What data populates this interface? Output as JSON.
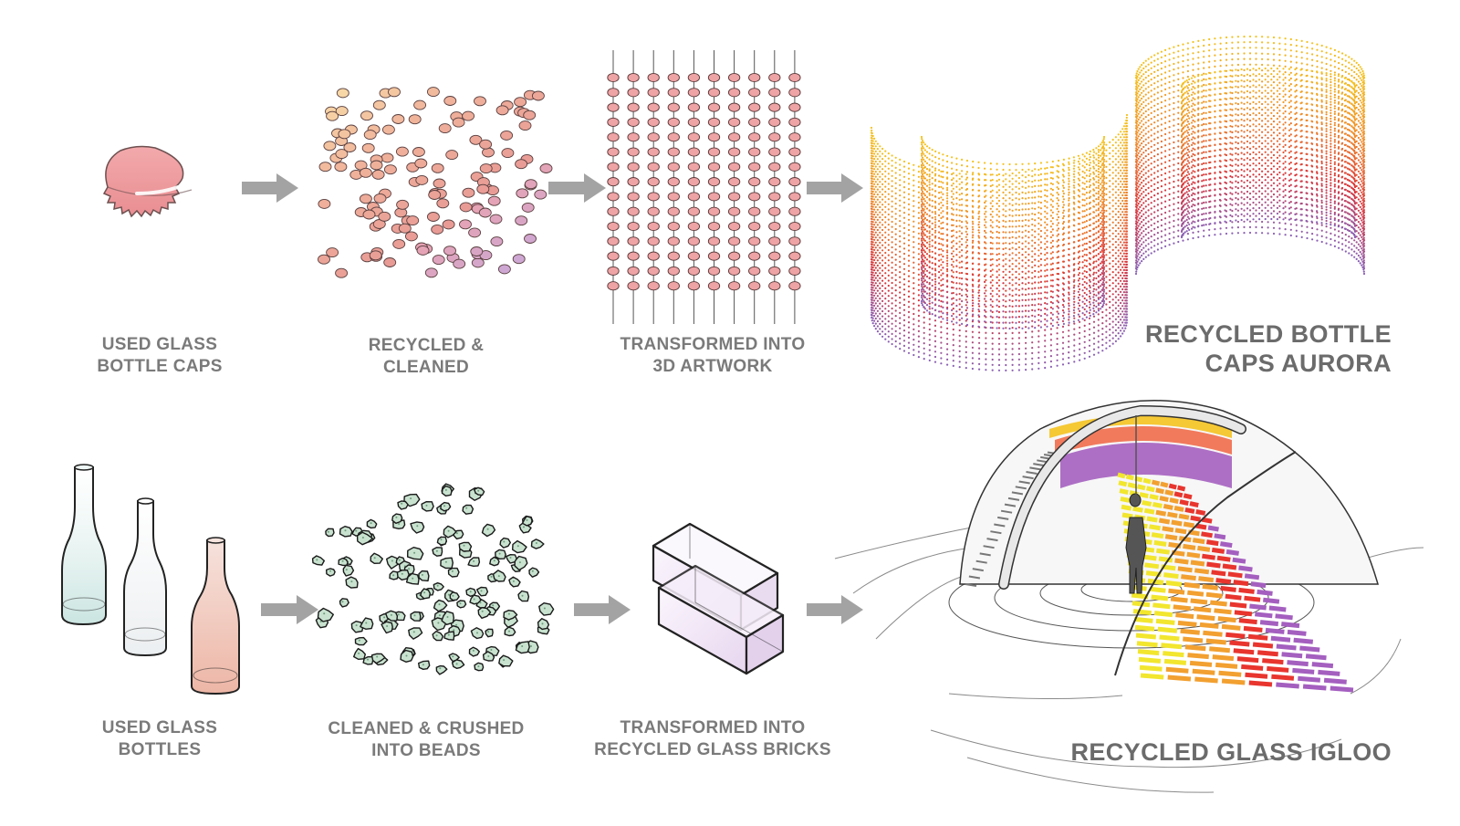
{
  "rows": [
    {
      "steps": [
        {
          "line1": "USED GLASS",
          "line2": "BOTTLE CAPS"
        },
        {
          "line1": "RECYCLED &",
          "line2": "CLEANED"
        },
        {
          "line1": "TRANSFORMED INTO",
          "line2": "3D ARTWORK"
        }
      ],
      "result": {
        "line1": "RECYCLED BOTTLE",
        "line2": "CAPS AURORA"
      }
    },
    {
      "steps": [
        {
          "line1": "USED GLASS",
          "line2": "BOTTLES"
        },
        {
          "line1": "CLEANED & CRUSHED",
          "line2": "INTO BEADS"
        },
        {
          "line1": "TRANSFORMED INTO",
          "line2": "RECYCLED GLASS BRICKS"
        }
      ],
      "result": {
        "line1": "RECYCLED GLASS IGLOO"
      }
    }
  ],
  "colors": {
    "text": "#7a7a7a",
    "arrow": "#a3a3a3",
    "cap": "#ef9a9d",
    "aurora_top": "#f4c21f",
    "aurora_mid": "#d9343b",
    "aurora_bottom": "#8a5fb4",
    "igloo_yellow": "#f2e62e",
    "igloo_orange": "#f2a030",
    "igloo_red": "#e8352e",
    "igloo_purple": "#a45fbf",
    "bottle_teal": "#cfe6e2",
    "bottle_pink": "#eebcae",
    "bead_green": "#c8e2cf",
    "brick_lilac": "#ede0f2"
  },
  "icons": [
    "bottle-cap-icon",
    "cap-scatter",
    "cap-grid",
    "aurora-sculpture",
    "bottles-icon",
    "glass-beads",
    "glass-brick-icon",
    "glass-igloo",
    "arrow-icon"
  ]
}
